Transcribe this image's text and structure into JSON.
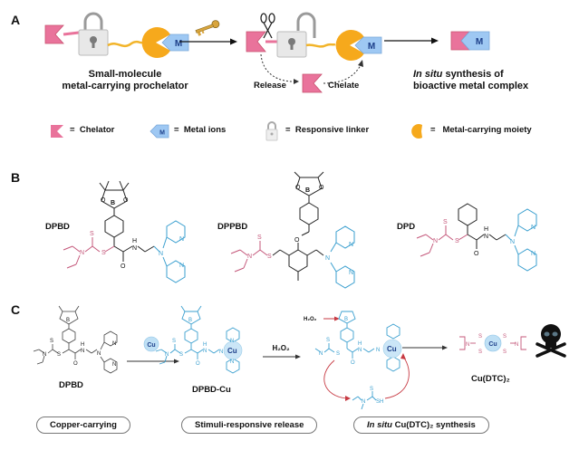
{
  "colors": {
    "chelator": "#e9739b",
    "metal_ion": "#9ec8f3",
    "metal_ion_text": "#1d3f8a",
    "carrier": "#f6a91c",
    "linker": "#cfcfcf",
    "dtc": "#c4577a",
    "pyridine": "#3a9fcf",
    "arrow_red": "#c73a43"
  },
  "panelA": {
    "label": "A",
    "metal_symbol": "M",
    "left_caption": [
      "Small-molecule",
      "metal-carrying prochelator"
    ],
    "release_label": "Release",
    "chelate_label": "Chelate",
    "right_caption_italic": "In situ",
    "right_caption_rest": " synthesis of",
    "right_caption_line2": "bioactive metal complex",
    "icons": [
      "chelator-flag",
      "padlock",
      "pacman-carrier",
      "metal-ion-tag",
      "key",
      "scissors"
    ],
    "legend": [
      {
        "icon": "chelator-flag",
        "eq": "=",
        "text": "Chelator"
      },
      {
        "icon": "metal-ion-tag",
        "eq": "=",
        "text": "Metal ions"
      },
      {
        "icon": "padlock",
        "eq": "=",
        "text": "Responsive linker"
      },
      {
        "icon": "pacman-carrier",
        "eq": "=",
        "text": "Metal-carrying moiety"
      }
    ]
  },
  "panelB": {
    "label": "B",
    "molecules": [
      {
        "name": "DPBD"
      },
      {
        "name": "DPPBD"
      },
      {
        "name": "DPD"
      }
    ],
    "atoms": {
      "B": "B",
      "O": "O",
      "S": "S",
      "N": "N",
      "H": "H"
    }
  },
  "panelC": {
    "label": "C",
    "reagent1": "Cu",
    "reagent2": "H₂O₂",
    "small_h2o2": "H₂O₂",
    "mol1": "DPBD",
    "mol2": "DPBD-Cu",
    "product": "Cu(DTC)₂",
    "cu": "Cu",
    "byproduct_sh": "SH",
    "pills": [
      {
        "italic": "",
        "text": "Copper-carrying"
      },
      {
        "italic": "",
        "text": "Stimuli-responsive release"
      },
      {
        "italic": "In situ",
        "text": " Cu(DTC)₂ synthesis"
      }
    ]
  }
}
